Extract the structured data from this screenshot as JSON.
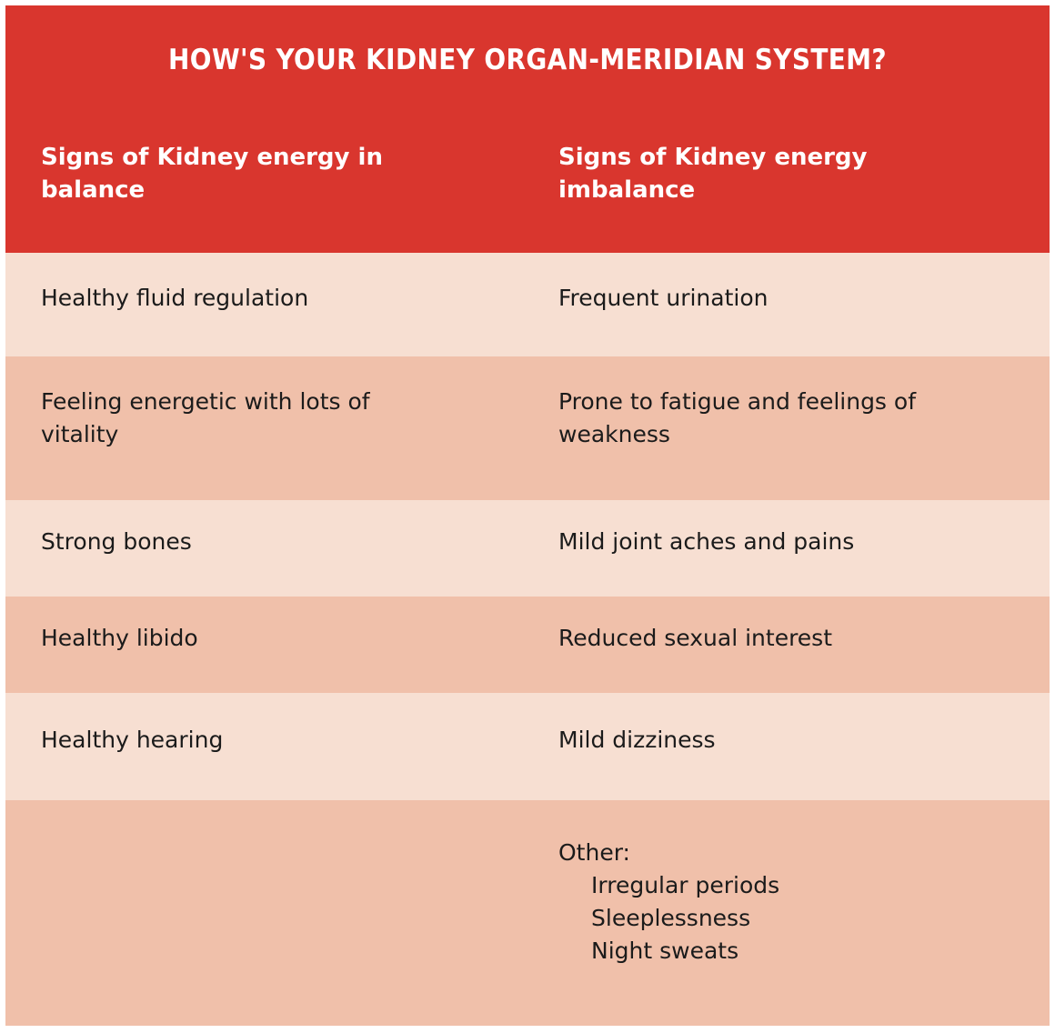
{
  "title": "HOW'S YOUR KIDNEY ORGAN-MERIDIAN SYSTEM?",
  "colors": {
    "header_red": "#D9362E",
    "row_light": "#F7DFD2",
    "row_dark": "#F0C0AA",
    "header_text": "#FFFFFF",
    "body_text": "#1B1B1B"
  },
  "columns": [
    {
      "header": "Signs of Kidney energy in balance"
    },
    {
      "header": "Signs of Kidney energy imbalance"
    }
  ],
  "rows": [
    {
      "shade": "light",
      "balance": "Healthy fluid regulation",
      "imbalance": "Frequent urination"
    },
    {
      "shade": "dark",
      "balance": "Feeling energetic with lots of vitality",
      "imbalance": "Prone to fatigue and feelings of weakness"
    },
    {
      "shade": "light",
      "balance": "Strong bones",
      "imbalance": "Mild joint aches and pains"
    },
    {
      "shade": "dark",
      "balance": "Healthy libido",
      "imbalance": "Reduced sexual interest"
    },
    {
      "shade": "light",
      "balance": "Healthy hearing",
      "imbalance": "Mild dizziness"
    },
    {
      "shade": "dark",
      "balance": "",
      "imbalance_label": "Other:",
      "imbalance_items": [
        "Irregular periods",
        "Sleeplessness",
        "Night sweats"
      ]
    }
  ]
}
